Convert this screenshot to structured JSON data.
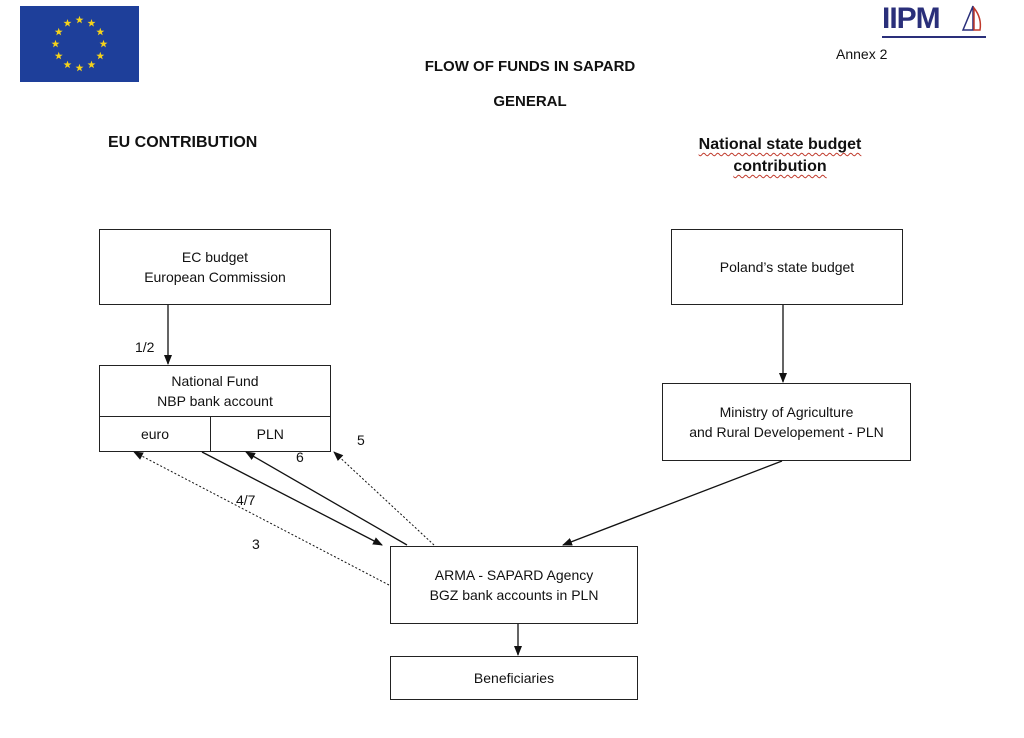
{
  "annex": "Annex 2",
  "title_line1": "FLOW OF FUNDS IN SAPARD",
  "title_line2": "GENERAL",
  "eu_heading": "EU CONTRIBUTION",
  "national_heading": "National state budget contribution",
  "logo_text": "IIPM",
  "boxes": {
    "ec_budget": "EC budget\nEuropean Commission",
    "poland_budget": "Poland’s state budget",
    "national_fund": "National Fund\nNBP bank account",
    "euro": "euro",
    "pln": "PLN",
    "ministry": "Ministry of Agriculture\nand Rural Developement - PLN",
    "arma": "ARMA - SAPARD Agency\nBGZ bank accounts in PLN",
    "beneficiaries": "Beneficiaries"
  },
  "flow_labels": {
    "l12": "1/2",
    "l5": "5",
    "l6": "6",
    "l47": "4/7",
    "l3": "3"
  },
  "colors": {
    "flag_blue": "#1e3f9a",
    "flag_star": "#f5d21b",
    "logo_blue": "#2a2f7a"
  }
}
